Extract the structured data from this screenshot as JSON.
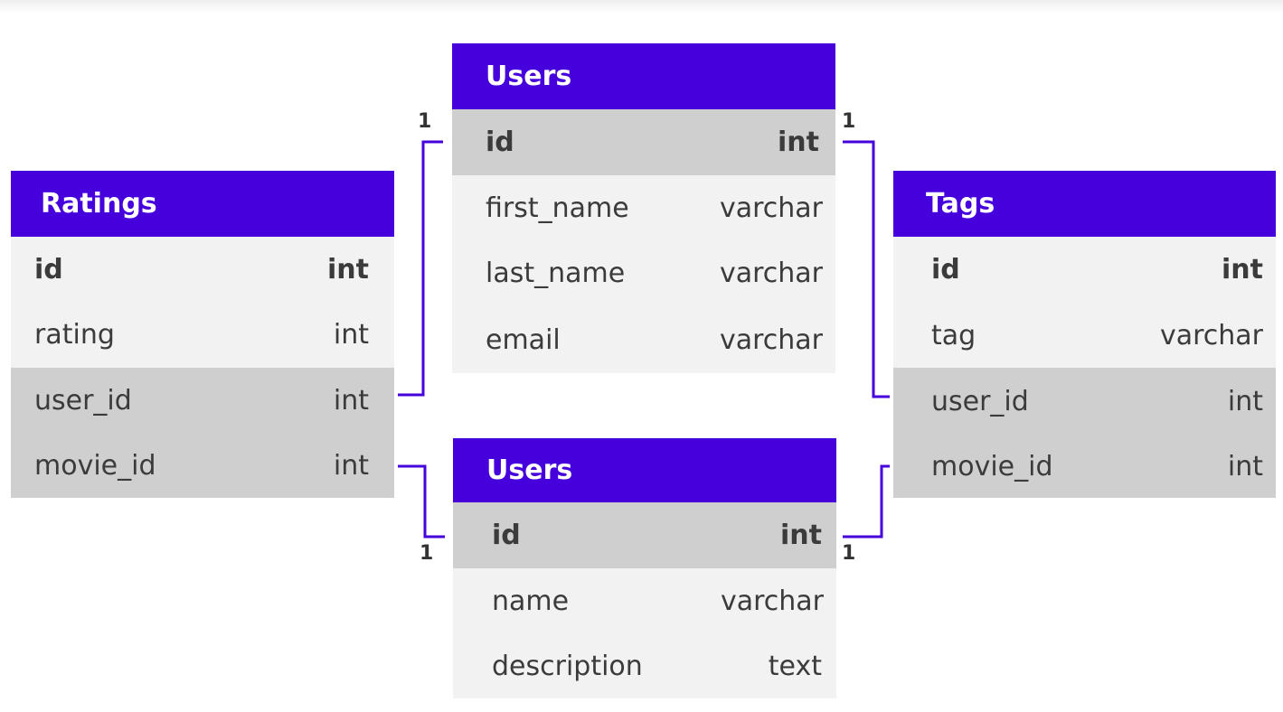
{
  "colors": {
    "header": "#4500DC",
    "connector": "#4500DC",
    "row_light": "#f2f2f2",
    "row_key": "#cfcfcf",
    "text": "#3b3b3b"
  },
  "tables": {
    "users_top": {
      "title": "Users",
      "rows": [
        {
          "name": "id",
          "type": "int"
        },
        {
          "name": "first_name",
          "type": "varchar"
        },
        {
          "name": "last_name",
          "type": "varchar"
        },
        {
          "name": "email",
          "type": "varchar"
        }
      ]
    },
    "ratings": {
      "title": "Ratings",
      "rows": [
        {
          "name": "id",
          "type": "int"
        },
        {
          "name": "rating",
          "type": "int"
        },
        {
          "name": "user_id",
          "type": "int"
        },
        {
          "name": "movie_id",
          "type": "int"
        }
      ]
    },
    "tags": {
      "title": "Tags",
      "rows": [
        {
          "name": "id",
          "type": "int"
        },
        {
          "name": "tag",
          "type": "varchar"
        },
        {
          "name": "user_id",
          "type": "int"
        },
        {
          "name": "movie_id",
          "type": "int"
        }
      ]
    },
    "users_bottom": {
      "title": "Users",
      "rows": [
        {
          "name": "id",
          "type": "int"
        },
        {
          "name": "name",
          "type": "varchar"
        },
        {
          "name": "description",
          "type": "text"
        }
      ]
    }
  },
  "cardinality": {
    "users_top_left": "1",
    "users_top_right": "1",
    "users_bottom_left": "1",
    "users_bottom_right": "1"
  }
}
